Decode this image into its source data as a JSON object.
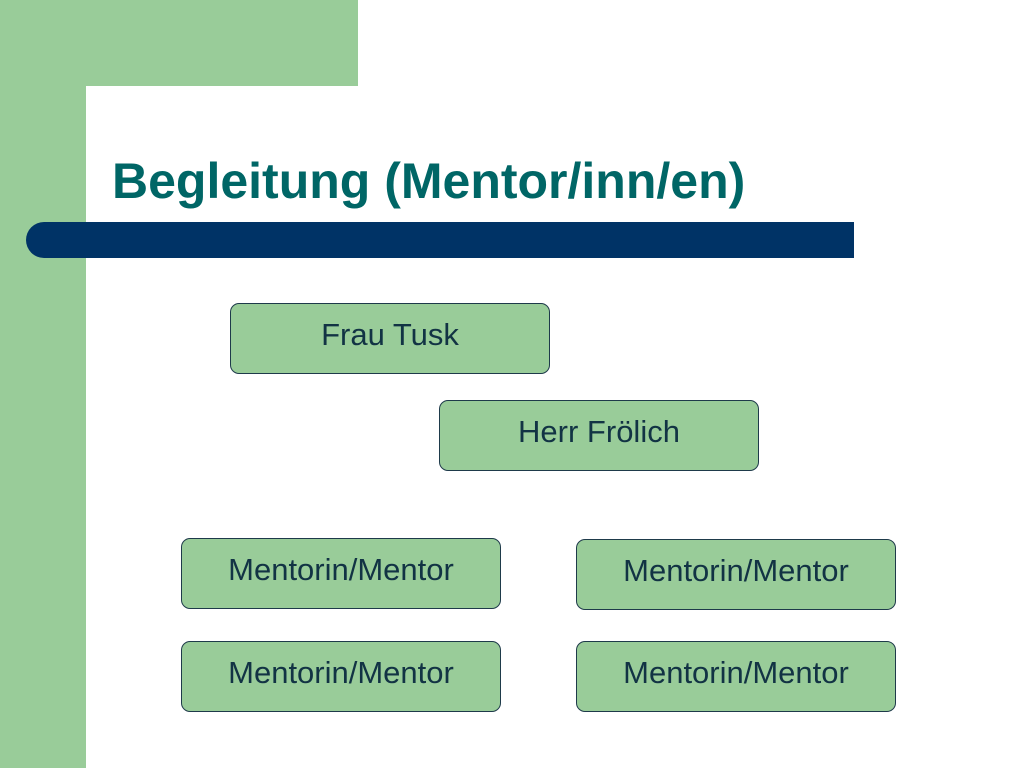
{
  "slide": {
    "title": "Begleitung (Mentor/inn/en)"
  },
  "boxes": [
    {
      "label": "Frau Tusk"
    },
    {
      "label": "Herr Frölich"
    },
    {
      "label": "Mentorin/Mentor"
    },
    {
      "label": "Mentorin/Mentor"
    },
    {
      "label": "Mentorin/Mentor"
    },
    {
      "label": "Mentorin/Mentor"
    }
  ],
  "colors": {
    "sidebar_green": "#99cc99",
    "title_text": "#006666",
    "title_bar": "#003366",
    "box_fill": "#99cc99"
  }
}
